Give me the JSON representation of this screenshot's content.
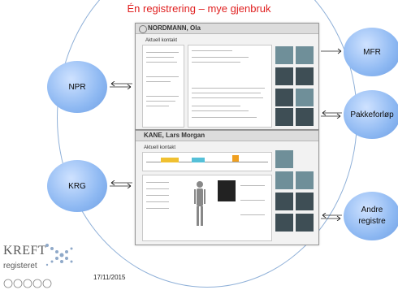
{
  "title": "Én registrering – mye gjenbruk",
  "bubbles": {
    "npr": "NPR",
    "krg": "KRG",
    "mfr": "MFR",
    "pakkeforlop": "Pakkeforløp",
    "andre": "Andre\nregistre"
  },
  "top_app": {
    "patient": "NORDMANN, Ola",
    "section": "Aktuell kontakt"
  },
  "bottom_app": {
    "patient": "KANE, Lars Morgan",
    "section": "Aktuell kontakt"
  },
  "logo": {
    "name": "KREFT",
    "sub": "registeret"
  },
  "date": "17/11/2015",
  "colors": {
    "title": "#e02020",
    "bubble": "#8db8f2",
    "tile": "#6f8f99",
    "tile_dark": "#3e4e55"
  }
}
